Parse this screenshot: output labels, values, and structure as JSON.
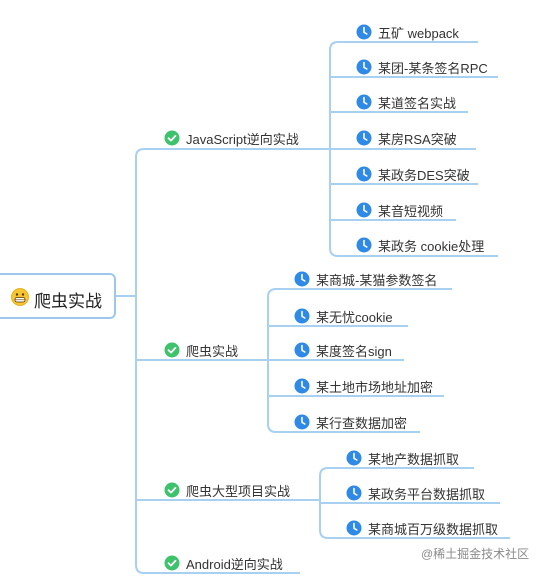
{
  "root": {
    "label": "爬虫实战",
    "icon": "grinning-face-icon"
  },
  "branches": [
    {
      "label": "JavaScript逆向实战",
      "icon": "check-circle-icon",
      "children": [
        "五矿 webpack",
        "某团-某条签名RPC",
        "某道签名实战",
        "某房RSA突破",
        "某政务DES突破",
        "某音短视频",
        "某政务 cookie处理"
      ]
    },
    {
      "label": "爬虫实战",
      "icon": "check-circle-icon",
      "children": [
        "某商城-某猫参数签名",
        "某无忧cookie",
        "某度签名sign",
        "某土地市场地址加密",
        "某行查数据加密"
      ]
    },
    {
      "label": "爬虫大型项目实战",
      "icon": "check-circle-icon",
      "children": [
        "某地产数据抓取",
        "某政务平台数据抓取",
        "某商城百万级数据抓取"
      ]
    },
    {
      "label": "Android逆向实战",
      "icon": "check-circle-icon",
      "children": []
    }
  ],
  "child_icon": "clock-icon",
  "watermark": "@稀土掘金技术社区",
  "colors": {
    "line": "#a8d0f0",
    "check": "#3fc26c",
    "clock": "#2e8ae6"
  }
}
